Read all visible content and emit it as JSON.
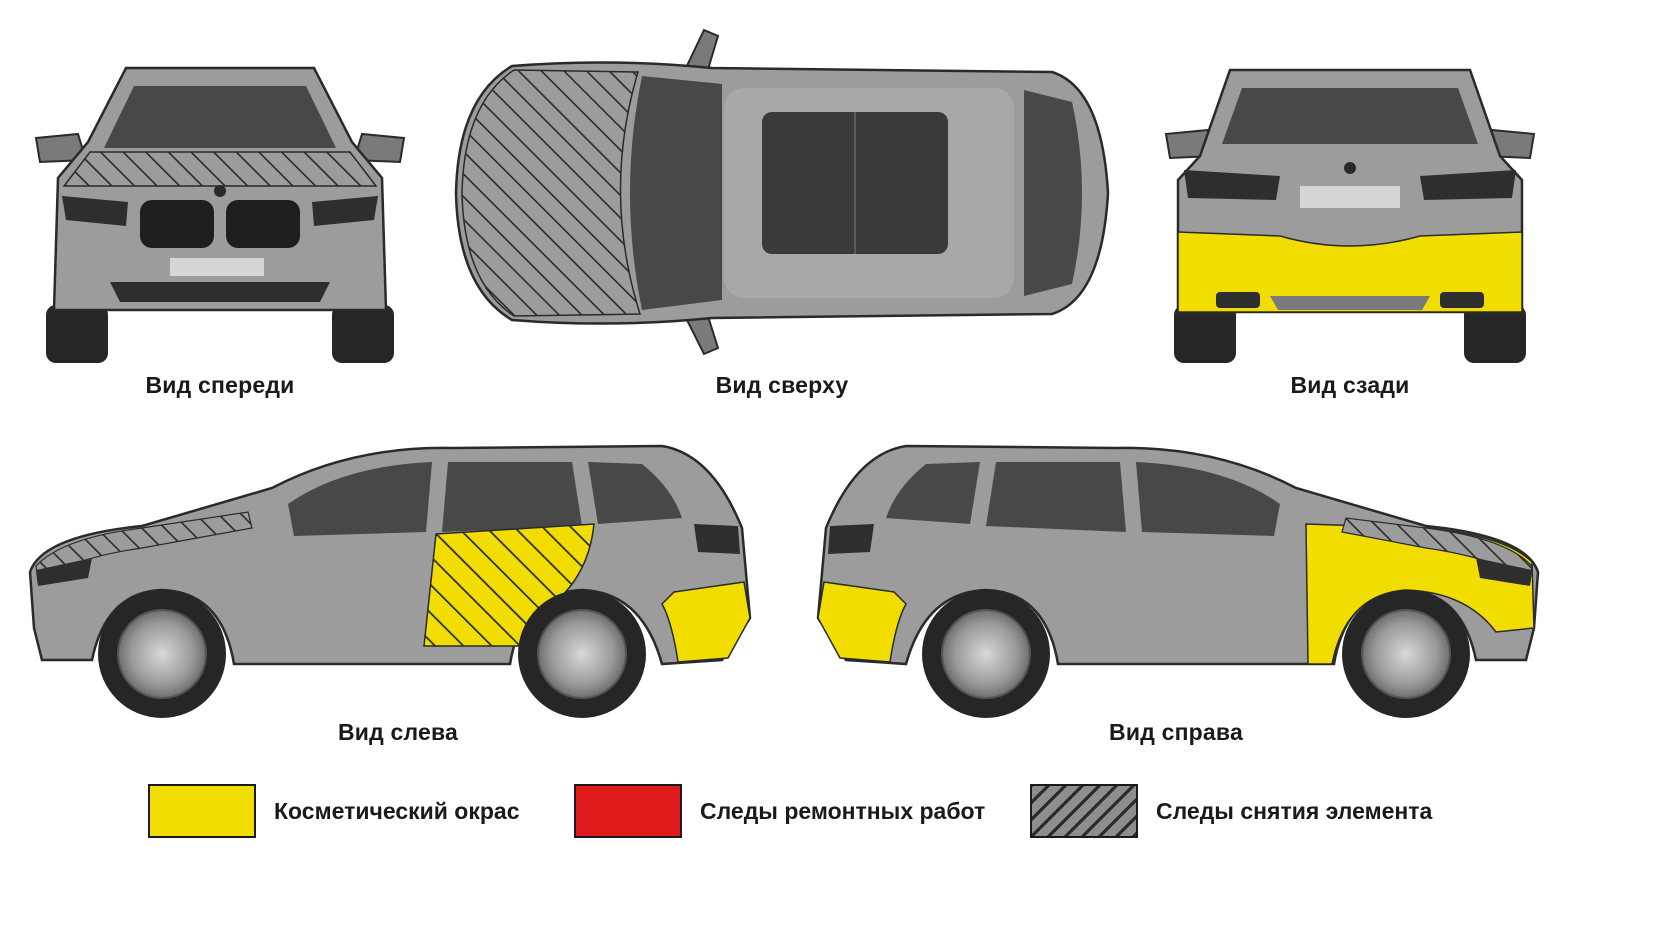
{
  "colors": {
    "body": "#8e8e8e",
    "body_light": "#a3a3a3",
    "glass": "#4a4a4a",
    "tire": "#262626",
    "outline": "#2a2a2a",
    "cosmetic": "#f2dd00",
    "repair": "#e01b1b",
    "removal_hatch": "#2a2a2a"
  },
  "views": {
    "front": {
      "label": "Вид спереди"
    },
    "top": {
      "label": "Вид сверху"
    },
    "rear": {
      "label": "Вид сзади"
    },
    "left": {
      "label": "Вид слева"
    },
    "right": {
      "label": "Вид справа"
    }
  },
  "markings": {
    "front": {
      "hood": "removal"
    },
    "top": {
      "hood": "removal"
    },
    "rear": {
      "bumper": "cosmetic"
    },
    "left": {
      "hood": "removal",
      "rear_door": "cosmetic+removal",
      "rear_bumper": "cosmetic"
    },
    "right": {
      "hood": "removal",
      "front_fender": "cosmetic",
      "rear_bumper": "cosmetic"
    }
  },
  "legend": [
    {
      "key": "cosmetic",
      "label": "Косметический окрас",
      "pattern": "solid",
      "color": "#f2dd00"
    },
    {
      "key": "repair",
      "label": "Следы ремонтных работ",
      "pattern": "solid",
      "color": "#e01b1b"
    },
    {
      "key": "removal",
      "label": "Следы снятия элемента",
      "pattern": "hatch",
      "color": "#8e8e8e"
    }
  ]
}
